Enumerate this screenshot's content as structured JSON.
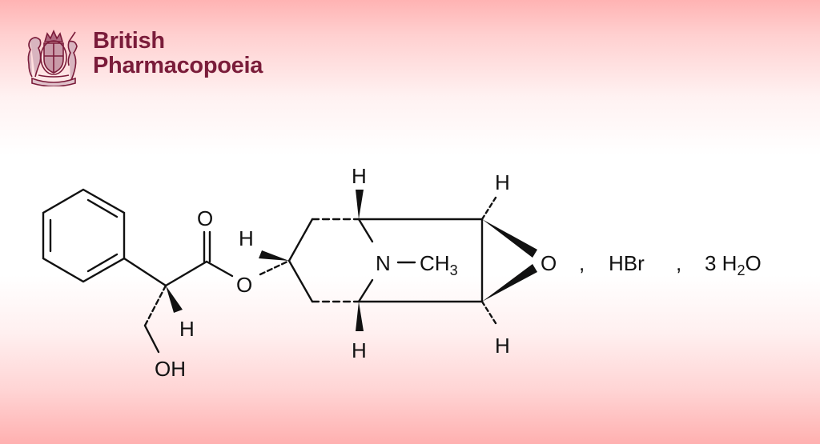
{
  "logo": {
    "line1": "British",
    "line2": "Pharmacopoeia",
    "crest_icon": "royal-coat-of-arms-icon",
    "brand_color": "#7a1c3a"
  },
  "molecule": {
    "description": "Hyoscine hydrobromide trihydrate structural formula",
    "labels": {
      "carbonyl_o": "O",
      "ester_o": "O",
      "alpha_h": "H",
      "hydroxyl": "OH",
      "c3_h": "H",
      "c1_h": "H",
      "c5_h": "H",
      "nitrogen": "N",
      "methyl_dash": "−",
      "methyl_c": "CH",
      "methyl_sub": "3",
      "epox_h_top": "H",
      "epox_h_bottom": "H",
      "epox_o": "O"
    },
    "salt": {
      "comma1": ",",
      "hbr": "HBr",
      "comma2": ",",
      "water_coef": "3 H",
      "water_sub": "2",
      "water_o": "O"
    },
    "colors": {
      "bond": "#111111",
      "text": "#111111"
    }
  },
  "background": {
    "top": "#ffb3b3",
    "middle": "#ffffff",
    "bottom": "#ffb0b0"
  }
}
